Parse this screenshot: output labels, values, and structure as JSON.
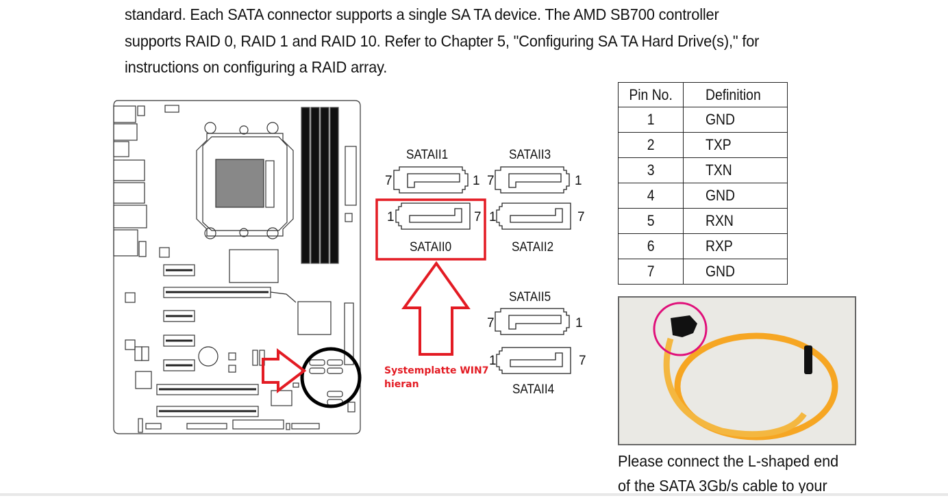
{
  "document": {
    "paragraph_lines": [
      "standard. Each SATA connector supports a single SA TA device. The AMD SB700 controller",
      "supports RAID 0, RAID 1 and RAID 10. Refer to Chapter 5, \"Configuring SA TA Hard Drive(s),\" for",
      "instructions on configuring a RAID array."
    ],
    "pin_table": {
      "headers": [
        "Pin No.",
        "Definition"
      ],
      "rows": [
        {
          "pin": "1",
          "definition": "GND"
        },
        {
          "pin": "2",
          "definition": "TXP"
        },
        {
          "pin": "3",
          "definition": "TXN"
        },
        {
          "pin": "4",
          "definition": "GND"
        },
        {
          "pin": "5",
          "definition": "RXN"
        },
        {
          "pin": "6",
          "definition": "RXP"
        },
        {
          "pin": "7",
          "definition": "GND"
        }
      ]
    },
    "connectors": [
      {
        "name": "SATAII1",
        "left_pin": "7",
        "right_pin": "1"
      },
      {
        "name": "SATAII3",
        "left_pin": "7",
        "right_pin": "1"
      },
      {
        "name": "SATAII0",
        "left_pin": "1",
        "right_pin": "7",
        "highlighted": true
      },
      {
        "name": "SATAII2",
        "left_pin": "1",
        "right_pin": "7"
      },
      {
        "name": "SATAII5",
        "left_pin": "7",
        "right_pin": "1"
      },
      {
        "name": "SATAII4",
        "left_pin": "1",
        "right_pin": "7"
      }
    ],
    "annotation": {
      "line1": "Systemplatte WIN7",
      "line2": "hieran",
      "color": "#e31b23"
    },
    "photo_caption_lines": [
      "Please connect the L-shaped end",
      "of the SATA 3Gb/s cable to your"
    ],
    "colors": {
      "highlight_red": "#e31b23",
      "cable_orange": "#f6a623",
      "photo_circle_magenta": "#e0107a"
    }
  }
}
